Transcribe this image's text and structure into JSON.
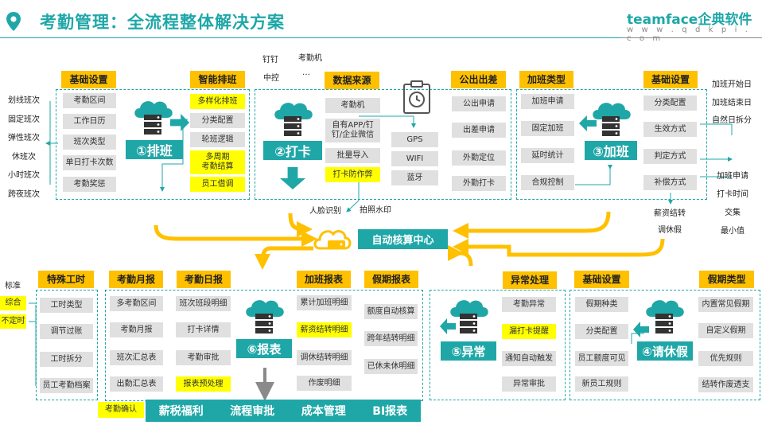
{
  "header": {
    "title": "考勤管理：全流程整体解决方案",
    "logo": "teamface企典软件",
    "site": "w w w . q d k p i . c o m"
  },
  "top": {
    "pb": {
      "label": "基础设置",
      "items": [
        "考勤区间",
        "工作日历",
        "班次类型",
        "单日打卡次数",
        "考勤奖惩"
      ],
      "outer": [
        "划线班次",
        "固定班次",
        "弹性班次",
        "休班次",
        "小时班次",
        "跨夜班次"
      ]
    },
    "ps": {
      "label": "智能排班",
      "items": [
        "多样化排班",
        "分类配置",
        "轮班逻辑",
        "多周期\n考勤结算",
        "员工借调"
      ],
      "module": "①排班"
    },
    "ds": {
      "label": "数据来源",
      "items": [
        "考勤机",
        "自有APP/钉\n钉/企业微信",
        "批量导入",
        "打卡防作弊"
      ],
      "module": "②打卡",
      "above": [
        "钉钉",
        "考勤机",
        "中控",
        "…"
      ],
      "below": [
        "人脸识别",
        "拍照水印"
      ],
      "gps": [
        "GPS",
        "WIFI",
        "蓝牙"
      ]
    },
    "bt": {
      "label": "公出出差",
      "items": [
        "公出申请",
        "出差申请",
        "外勤定位",
        "外勤打卡"
      ]
    },
    "ot": {
      "label": "加班类型",
      "items": [
        "加班申请",
        "固定加班",
        "延时统计",
        "合规控制"
      ],
      "module": "③加班"
    },
    "ob": {
      "label": "基础设置",
      "items": [
        "分类配置",
        "生效方式",
        "判定方式",
        "补偿方式"
      ],
      "outer1": [
        "加班开始日",
        "加班结束日",
        "自然日拆分"
      ],
      "outer2": [
        "加班申请",
        "打卡时间",
        "交集",
        "最小值"
      ],
      "below": [
        "薪资结转",
        "调休假"
      ]
    }
  },
  "center": {
    "label": "自动核算中心"
  },
  "bottom": {
    "sp": {
      "label": "特殊工时",
      "items": [
        "工时类型",
        "调节过账",
        "工时拆分",
        "员工考勤档案"
      ],
      "left": [
        "标准",
        "综合",
        "不定时"
      ]
    },
    "mr": {
      "label": "考勤月报",
      "items": [
        "多考勤区间",
        "考勤月报",
        "班次汇总表",
        "出勤汇总表"
      ]
    },
    "dr": {
      "label": "考勤日报",
      "items": [
        "班次班段明细",
        "打卡详情",
        "考勤审批",
        "报表预处理"
      ]
    },
    "orp": {
      "label": "加班报表",
      "items": [
        "累计加班明细",
        "薪资结转明细",
        "调休结转明细",
        "作废明细"
      ]
    },
    "lr": {
      "label": "假期报表",
      "items": [
        "额度自动核算",
        "跨年结转明细",
        "已休未休明细"
      ]
    },
    "report": "⑥报表",
    "confirm": "考勤确认",
    "bar": [
      "薪税福利",
      "流程审批",
      "成本管理",
      "BI报表"
    ],
    "ex": {
      "label": "异常处理",
      "items": [
        "考勤异常",
        "漏打卡提醒",
        "通知自动触发",
        "异常审批"
      ],
      "module": "⑤异常"
    },
    "lb": {
      "label": "基础设置",
      "items": [
        "假期种类",
        "分类配置",
        "员工额度可见",
        "新员工规则"
      ]
    },
    "lt": {
      "label": "假期类型",
      "items": [
        "内置常见假期",
        "自定义假期",
        "优先规则",
        "结转作废透支"
      ],
      "module": "④请休假"
    }
  },
  "colors": {
    "teal": "#1fa7a8",
    "yellow": "#ffc000",
    "highlight": "#ffff00",
    "gray": "#e0e0e0"
  }
}
